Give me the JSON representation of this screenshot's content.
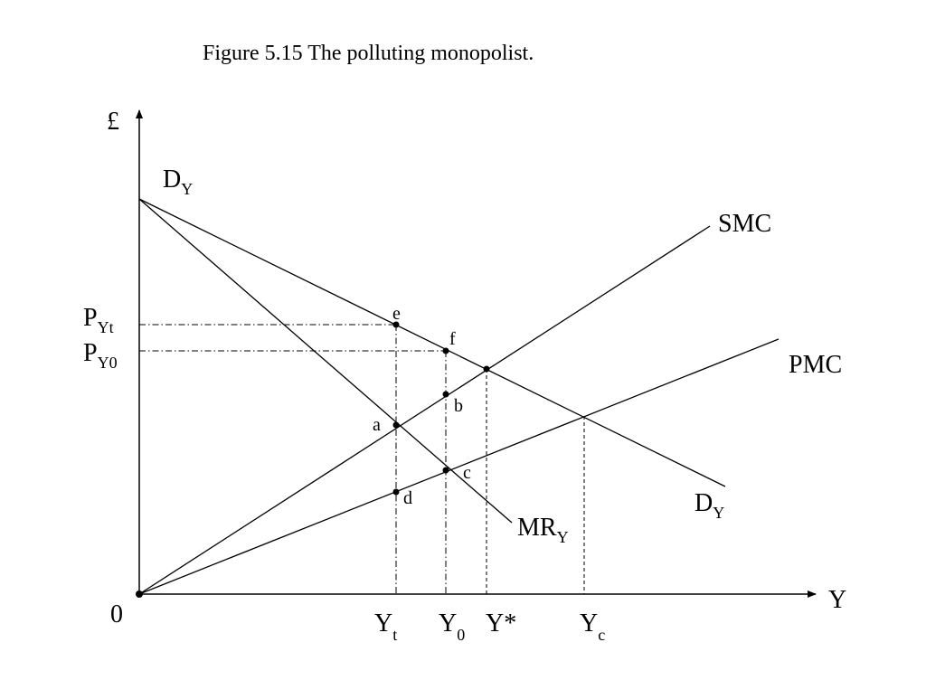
{
  "caption": "Figure 5.15  The polluting monopolist.",
  "axes": {
    "y_axis_label": "£",
    "x_axis_label": "Y",
    "origin_label": "0"
  },
  "curves": {
    "demand_top": {
      "main": "D",
      "sub": "Y"
    },
    "demand_bottom": {
      "main": "D",
      "sub": "Y"
    },
    "marginal_revenue": {
      "main": "MR",
      "sub": "Y"
    },
    "social_marginal_cost": "SMC",
    "private_marginal_cost": "PMC"
  },
  "price_labels": {
    "p_yt": {
      "main": "P",
      "sub": "Yt"
    },
    "p_y0": {
      "main": "P",
      "sub": "Y0"
    }
  },
  "quantity_labels": {
    "y_t": {
      "main": "Y",
      "sub": "t"
    },
    "y_0": {
      "main": "Y",
      "sub": "0"
    },
    "y_star": "Y*",
    "y_c": {
      "main": "Y",
      "sub": "c"
    }
  },
  "points": {
    "a": "a",
    "b": "b",
    "c": "c",
    "d": "d",
    "e": "e",
    "f": "f"
  }
}
